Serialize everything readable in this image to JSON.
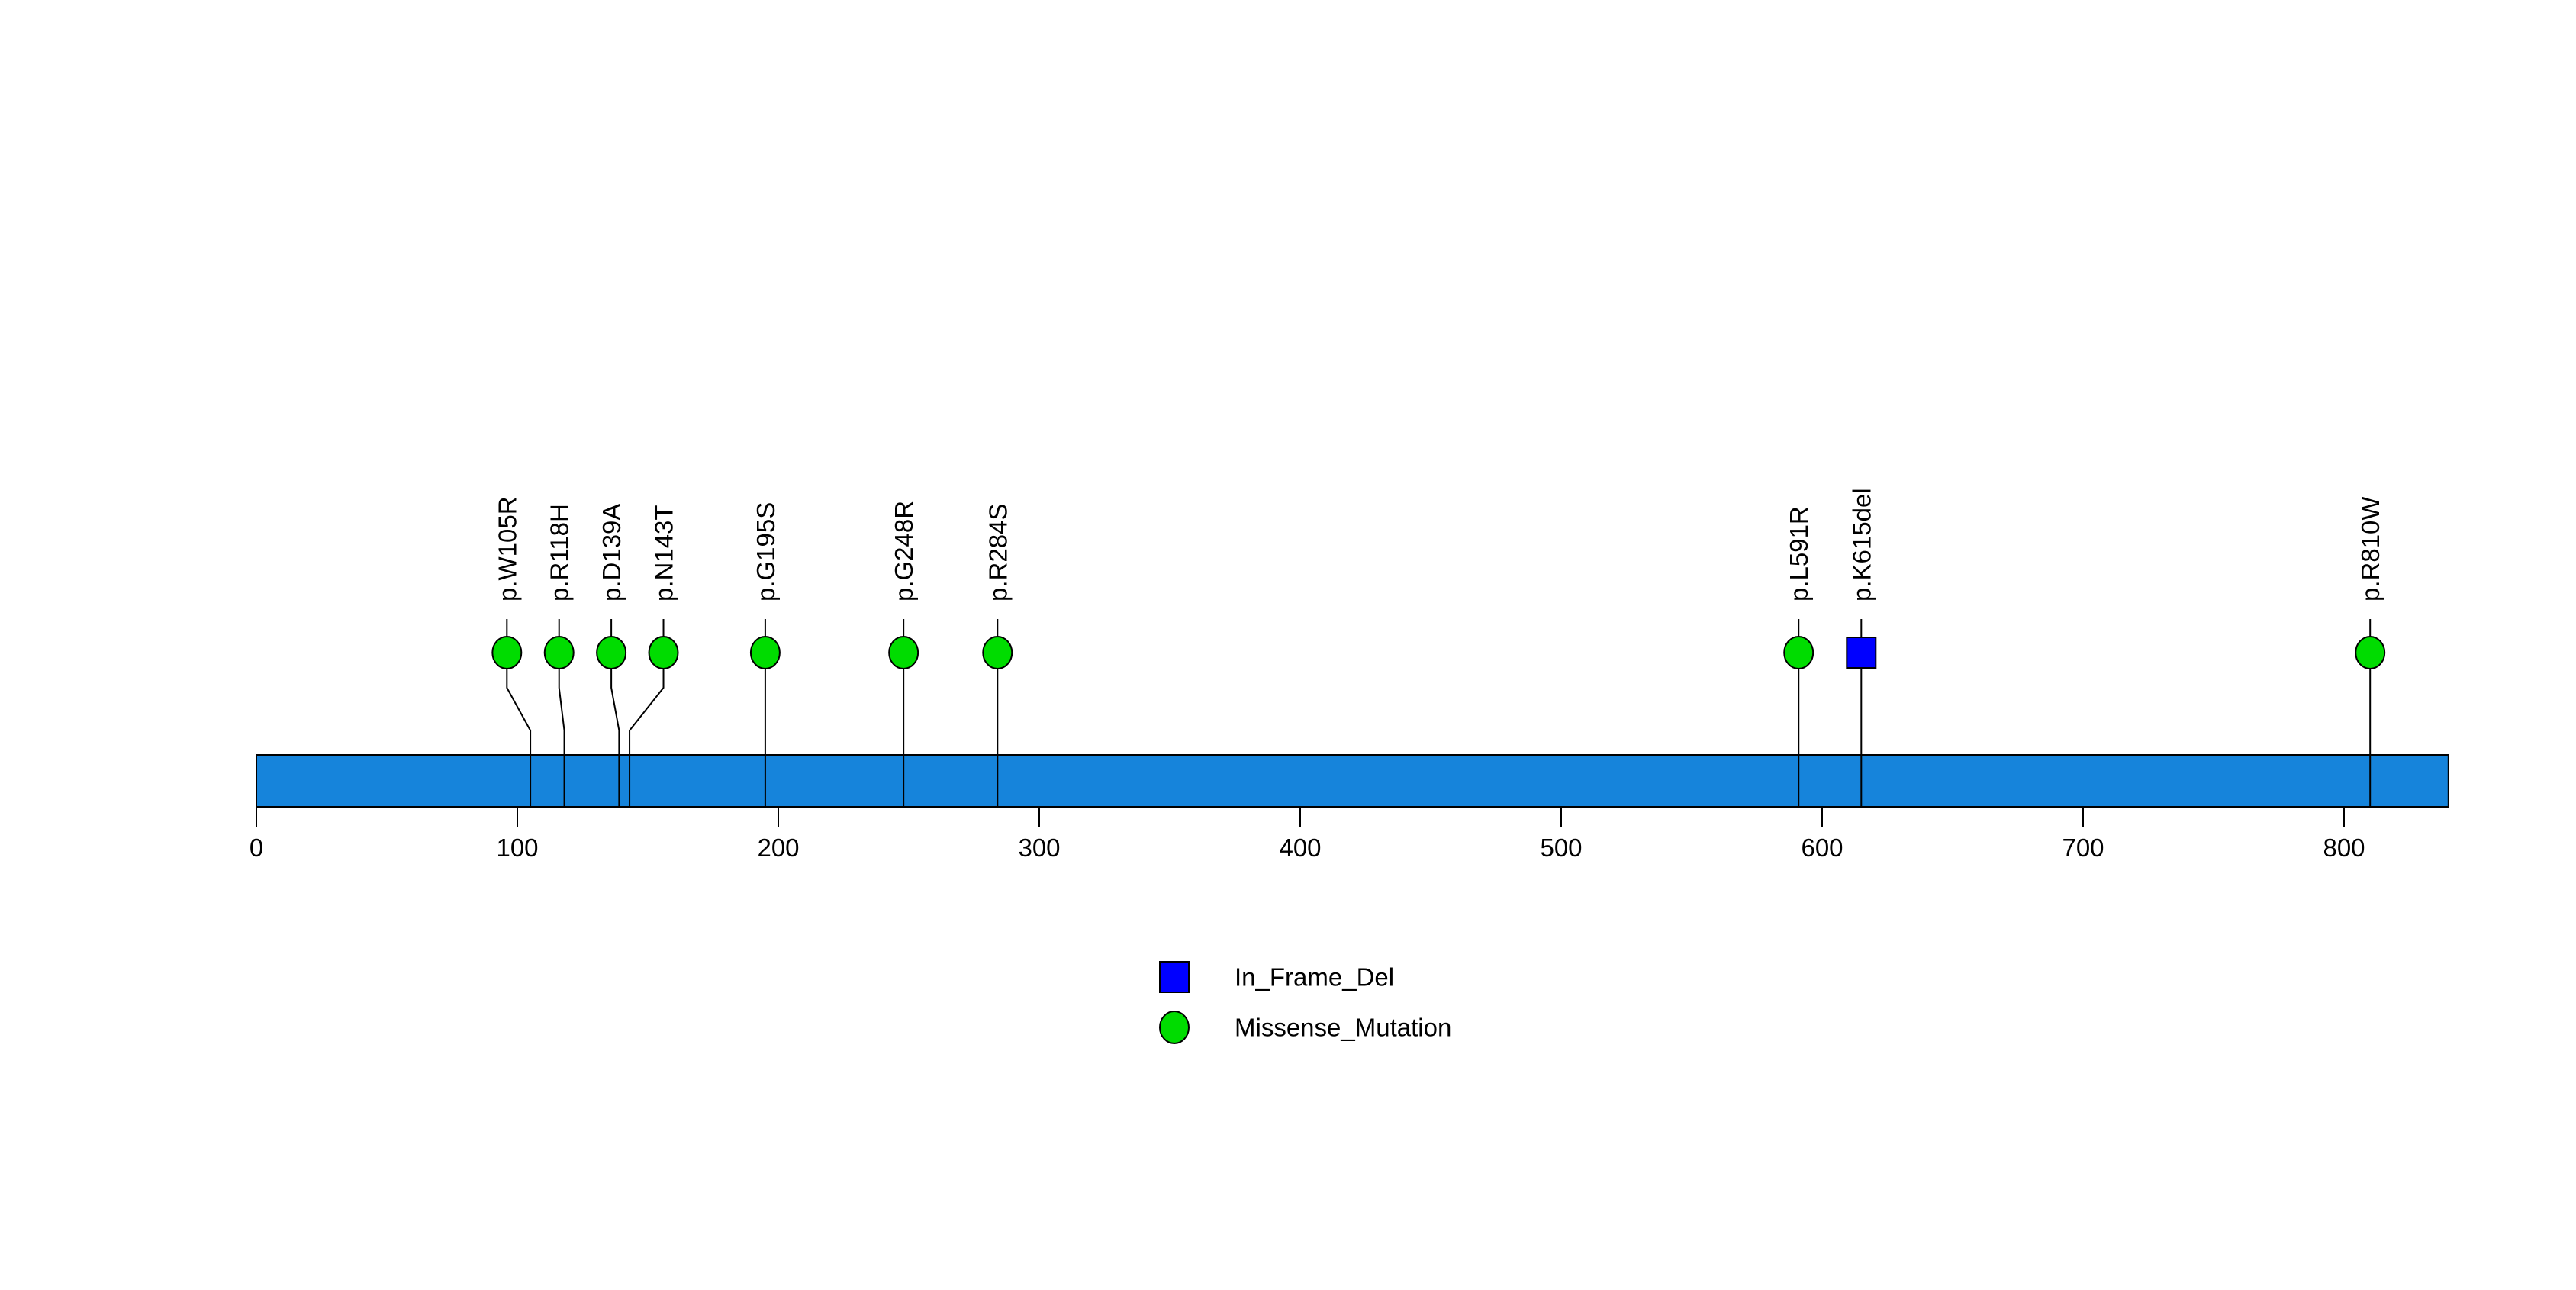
{
  "figure": {
    "background_color": "#FFFFFF",
    "title": ""
  },
  "chart_data": {
    "type": "lollipop",
    "subtype": "protein-mutation-plot",
    "title": "",
    "xlabel": "",
    "ylabel": "",
    "xlim": [
      0,
      840
    ],
    "protein_length": 840,
    "x_ticks": [
      0,
      100,
      200,
      300,
      400,
      500,
      600,
      700,
      800
    ],
    "grid": false,
    "legend_position": "bottom-center",
    "mutations": [
      {
        "label": "p.W105R",
        "position": 105,
        "display_position": 96,
        "type": "Missense_Mutation"
      },
      {
        "label": "p.R118H",
        "position": 118,
        "display_position": 116,
        "type": "Missense_Mutation"
      },
      {
        "label": "p.D139A",
        "position": 139,
        "display_position": 136,
        "type": "Missense_Mutation"
      },
      {
        "label": "p.N143T",
        "position": 143,
        "display_position": 156,
        "type": "Missense_Mutation"
      },
      {
        "label": "p.G195S",
        "position": 195,
        "display_position": 195,
        "type": "Missense_Mutation"
      },
      {
        "label": "p.G248R",
        "position": 248,
        "display_position": 248,
        "type": "Missense_Mutation"
      },
      {
        "label": "p.R284S",
        "position": 284,
        "display_position": 284,
        "type": "Missense_Mutation"
      },
      {
        "label": "p.L591R",
        "position": 591,
        "display_position": 591,
        "type": "Missense_Mutation"
      },
      {
        "label": "p.K615del",
        "position": 615,
        "display_position": 615,
        "type": "In_Frame_Del"
      },
      {
        "label": "p.R810W",
        "position": 810,
        "display_position": 810,
        "type": "Missense_Mutation"
      }
    ],
    "legend": [
      {
        "label": "In_Frame_Del",
        "shape": "square",
        "color": "#0000FF"
      },
      {
        "label": "Missense_Mutation",
        "shape": "circle",
        "color": "#00DC00"
      }
    ],
    "colors": {
      "backbone": "#1684DB",
      "Missense_Mutation": "#00DC00",
      "In_Frame_Del": "#0000FF",
      "marker_outline": "#000000",
      "stem": "#000000",
      "text": "#000000"
    }
  }
}
